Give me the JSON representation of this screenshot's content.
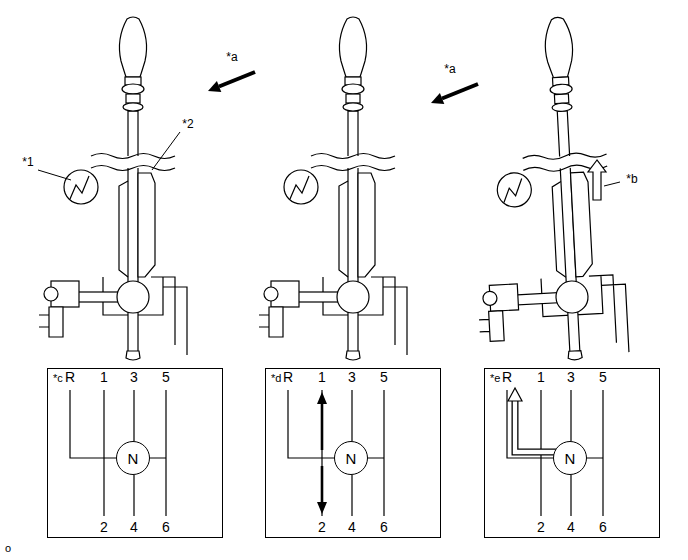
{
  "diagram": {
    "nodes": [
      {
        "text": [
          "*c"
        ]
      },
      {
        "text": [
          "N"
        ],
        "in": 0
      },
      {
        "text": [
          "*d"
        ]
      },
      {
        "text": [
          "N"
        ],
        "in": 2
      },
      {
        "text": [
          "*e"
        ]
      },
      {
        "text": [
          "N"
        ],
        "in": 4
      }
    ],
    "labels": [
      "*1",
      "*2",
      "*a",
      "*a",
      "*b",
      "R",
      "1",
      "3",
      "5",
      "2",
      "4",
      "6",
      "R",
      "1",
      "3",
      "5",
      "2",
      "4",
      "6",
      "R",
      "1",
      "3",
      "5",
      "2",
      "4",
      "6",
      "o"
    ]
  }
}
